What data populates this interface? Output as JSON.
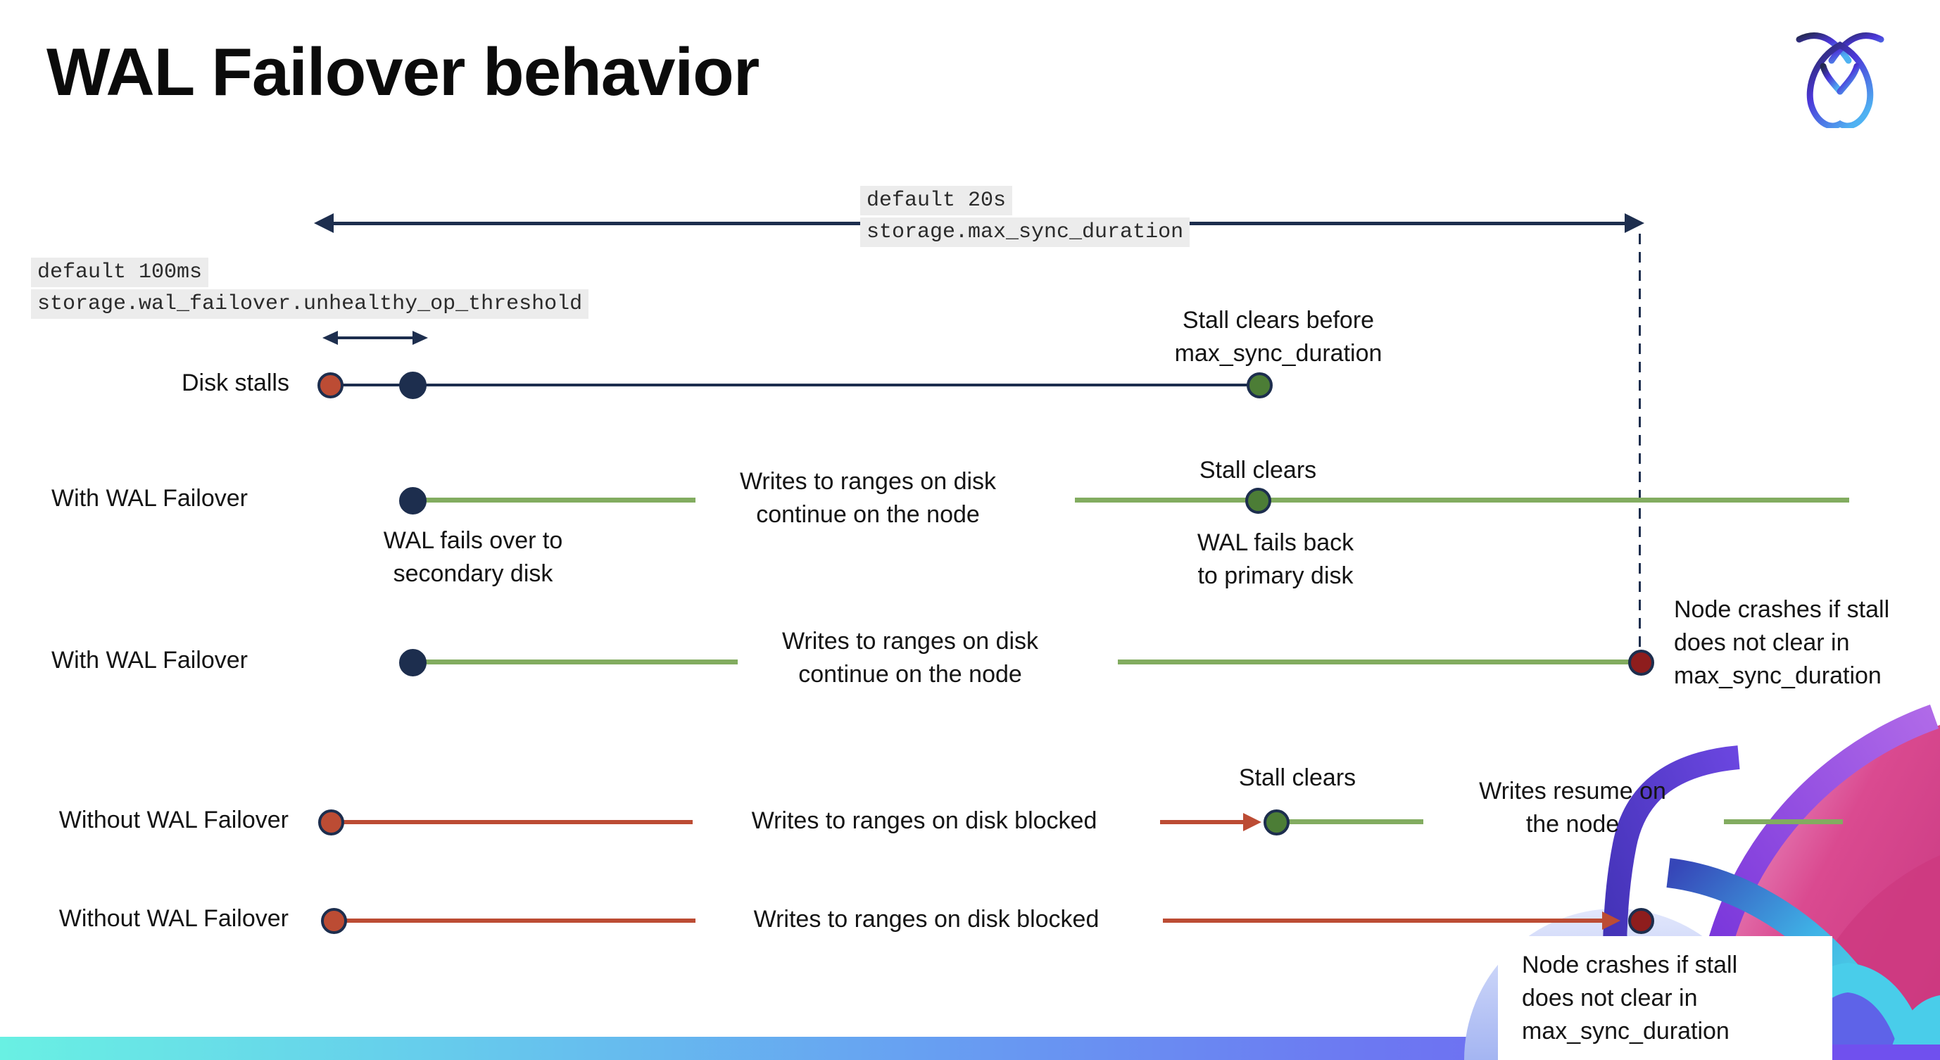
{
  "title": "WAL Failover behavior",
  "logo": "cockroachdb-logo",
  "colors": {
    "navy": "#1d2e4e",
    "green_line": "#82ac60",
    "green_dot": "#4c7d36",
    "red": "#bc4c34",
    "dark_red": "#8e1d1d",
    "callout_bg": "#ececec",
    "bottom_bar_gradient": [
      "#69f0e3",
      "#679ff2",
      "#7457f0"
    ]
  },
  "callouts": {
    "max_sync": {
      "default_line": "default 20s",
      "setting_line": "storage.max_sync_duration"
    },
    "unhealthy_op": {
      "default_line": "default 100ms",
      "setting_line": "storage.wal_failover.unhealthy_op_threshold"
    }
  },
  "rows": [
    {
      "label": "Disk stalls",
      "stall_clears_note": [
        "Stall clears before",
        "max_sync_duration"
      ]
    },
    {
      "label": "With WAL Failover",
      "failover_note": [
        "WAL fails over to",
        "secondary disk"
      ],
      "mid_note": [
        "Writes to ranges on disk",
        "continue on the node"
      ],
      "stall_clears": "Stall clears",
      "failback_note": [
        "WAL fails  back",
        "to primary disk"
      ]
    },
    {
      "label": "With WAL Failover",
      "mid_note": [
        "Writes to ranges on disk",
        "continue on the node"
      ],
      "crash_note": [
        "Node crashes if stall",
        "does not clear in",
        "max_sync_duration"
      ]
    },
    {
      "label": "Without WAL Failover",
      "mid_note": "Writes to ranges on disk  blocked",
      "stall_clears": "Stall clears",
      "resume_note": [
        "Writes resume on",
        "the node"
      ]
    },
    {
      "label": "Without WAL Failover",
      "mid_note": "Writes to ranges on disk  blocked",
      "crash_note": [
        "Node crashes if stall",
        "does not clear in",
        "max_sync_duration"
      ]
    }
  ]
}
